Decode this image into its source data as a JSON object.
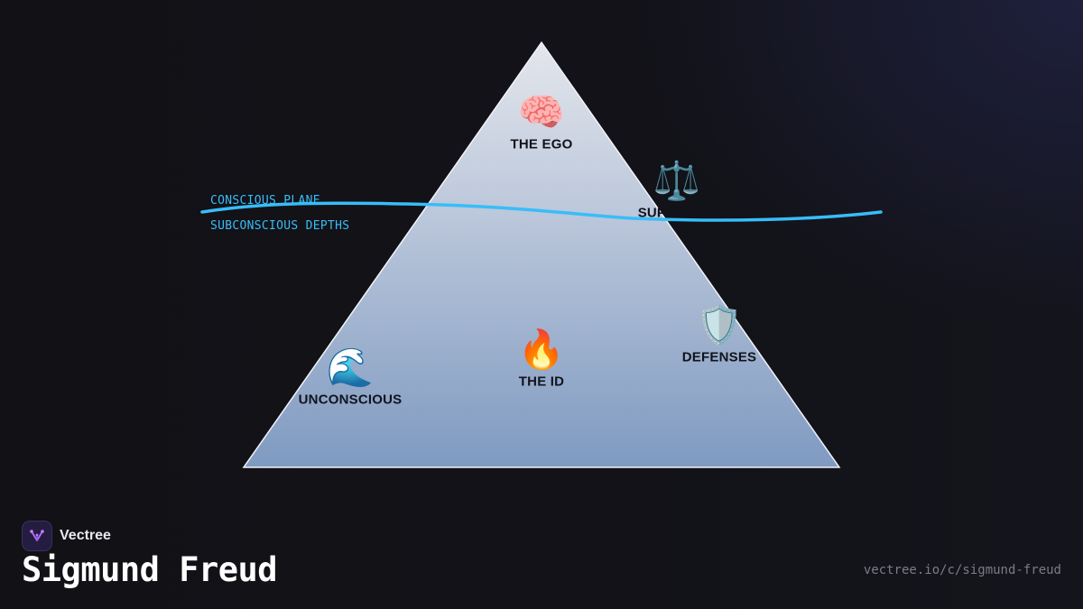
{
  "diagram": {
    "plane_labels": {
      "conscious": "CONSCIOUS PLANE",
      "subconscious": "SUBCONSCIOUS DEPTHS"
    },
    "nodes": [
      {
        "key": "ego",
        "icon": "brain-icon",
        "glyph": "🧠",
        "label": "THE EGO"
      },
      {
        "key": "superego",
        "icon": "scales-icon",
        "glyph": "⚖️",
        "label": "SUPEREGO"
      },
      {
        "key": "defenses",
        "icon": "shield-icon",
        "glyph": "🛡️",
        "label": "DEFENSES"
      },
      {
        "key": "id",
        "icon": "fire-icon",
        "glyph": "🔥",
        "label": "THE ID"
      },
      {
        "key": "unconscious",
        "icon": "wave-icon",
        "glyph": "🌊",
        "label": "UNCONSCIOUS"
      }
    ],
    "colors": {
      "pyramid_top": "#e4e6ec",
      "pyramid_bottom": "#7f9ac1",
      "waterline": "#38bdf8"
    }
  },
  "brand": {
    "name": "Vectree",
    "logo_icon": "vectree-logo-icon"
  },
  "title": "Sigmund Freud",
  "url": "vectree.io/c/sigmund-freud"
}
